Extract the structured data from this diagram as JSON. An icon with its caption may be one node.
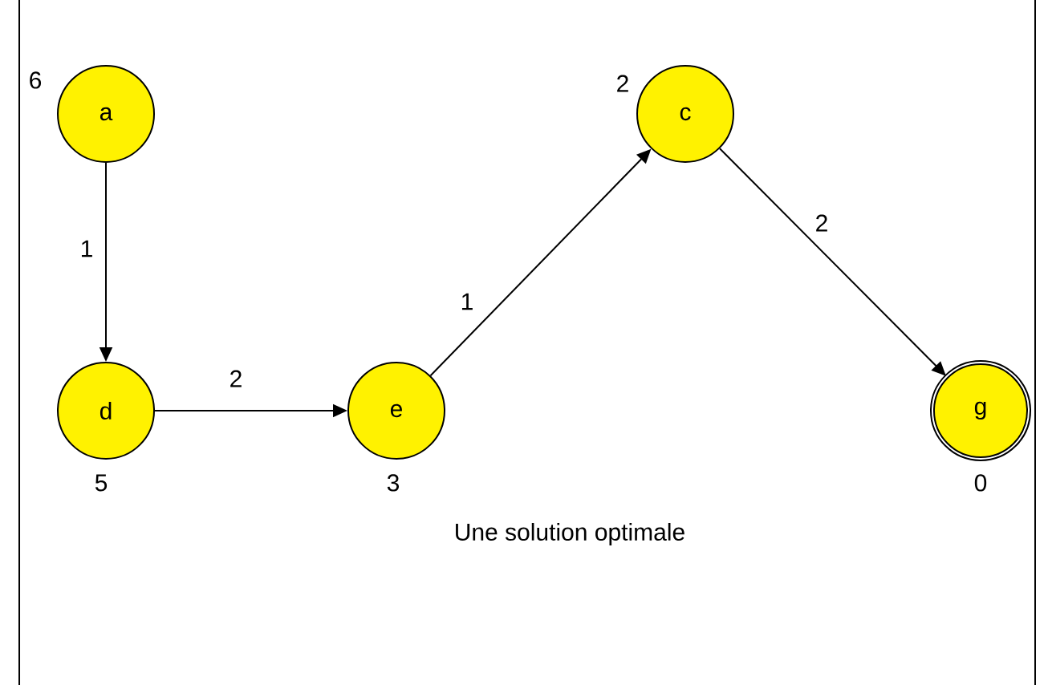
{
  "diagram": {
    "caption": "Une solution optimale",
    "nodes": [
      {
        "text": [
          "a"
        ],
        "beside": [
          "6"
        ]
      },
      {
        "text": [
          "c"
        ],
        "beside": [
          "2"
        ]
      },
      {
        "text": [
          "d"
        ],
        "beside": [
          "5"
        ]
      },
      {
        "text": [
          "e"
        ],
        "beside": [
          "3"
        ]
      },
      {
        "text": [
          "g"
        ],
        "beside": [
          "0"
        ]
      }
    ],
    "edges": [
      {
        "from": 0,
        "to": 2,
        "arrow": "to",
        "label": "1"
      },
      {
        "from": 2,
        "to": 3,
        "arrow": "to",
        "label": "2"
      },
      {
        "from": 3,
        "to": 1,
        "arrow": "to",
        "label": "1"
      },
      {
        "from": 1,
        "to": 4,
        "arrow": "to",
        "label": "2"
      }
    ]
  }
}
